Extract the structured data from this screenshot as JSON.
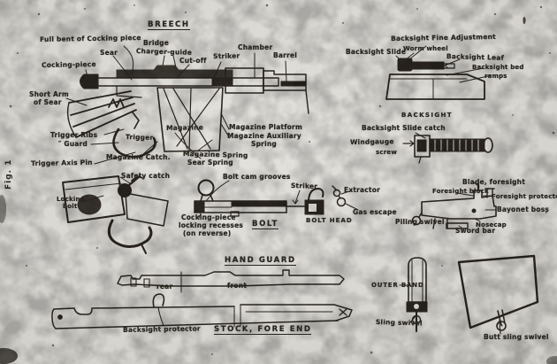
{
  "figure_label": "Fig. 1",
  "colors": {
    "ink": "#28251f",
    "paper": "#d9d7d2"
  },
  "breech": {
    "title": "BREECH",
    "labels": {
      "full_bent": "Full bent of Cocking piece",
      "sear": "Sear",
      "bridge": "Bridge",
      "charger_guide": "Charger-guide",
      "cut_off": "Cut-off",
      "striker": "Striker",
      "chamber": "Chamber",
      "barrel": "Barrel",
      "cocking_piece": "Cocking-piece",
      "short_arm_line1": "Short Arm",
      "short_arm_line2": "of Sear",
      "trigger_ribs": "Trigger Ribs",
      "guard": "″ Guard",
      "trigger": "Trigger",
      "magazine": "Magazine",
      "magazine_platform": "Magazine Platform",
      "magazine_auxiliary_line1": "Magazine Auxiliary",
      "magazine_auxiliary_line2": "Spring",
      "magazine_catch": "Magazine Catch.",
      "magazine_spring": "Magazine Spring",
      "sear_spring": "Sear Spring",
      "trigger_axis_pin": "Trigger Axis Pin"
    }
  },
  "trigger_guard": {
    "safety_catch": "Safety catch",
    "locking_line1": "Locking",
    "locking_line2": "bolt"
  },
  "bolt": {
    "caption": "BOLT",
    "head_caption": "BOLT HEAD",
    "cam_grooves": "Bolt cam grooves",
    "striker": "Striker",
    "recesses_line1": "Cocking-piece",
    "recesses_line2": "locking recesses",
    "recesses_line3": "(on reverse)",
    "extractor": "Extractor",
    "gas_escape": "Gas escape"
  },
  "backsight": {
    "caption": "BACKSIGHT",
    "fine_adjustment": "Backsight Fine Adjustment",
    "worm_wheel": "Worm wheel",
    "slide": "Backsight Slide",
    "leaf": "Backsight Leaf",
    "bed_line1": "Backsight bed",
    "bed_line2": "ramps",
    "slide_catch": "Backsight Slide catch",
    "windgauge_line1": "Windgauge",
    "windgauge_line2": "screw"
  },
  "nosecap": {
    "blade_foresight": "Blade, foresight",
    "foresight_block": "Foresight block",
    "foresight_protector": "Foresight protector",
    "bayonet_boss": "Bayonet boss",
    "nosecap": "Nosecap",
    "sword_bar": "Sword bar",
    "piling_swivel": "Piling swivel"
  },
  "hand_guard": {
    "caption": "HAND GUARD",
    "rear": "rear",
    "front": "front"
  },
  "stock": {
    "caption": "STOCK, FORE END",
    "backsight_protector": "Backsight protector"
  },
  "furniture": {
    "outer_band": "OUTER BAND",
    "sling_swivel": "Sling swivel",
    "butt_sling_swivel": "Butt sling swivel"
  }
}
